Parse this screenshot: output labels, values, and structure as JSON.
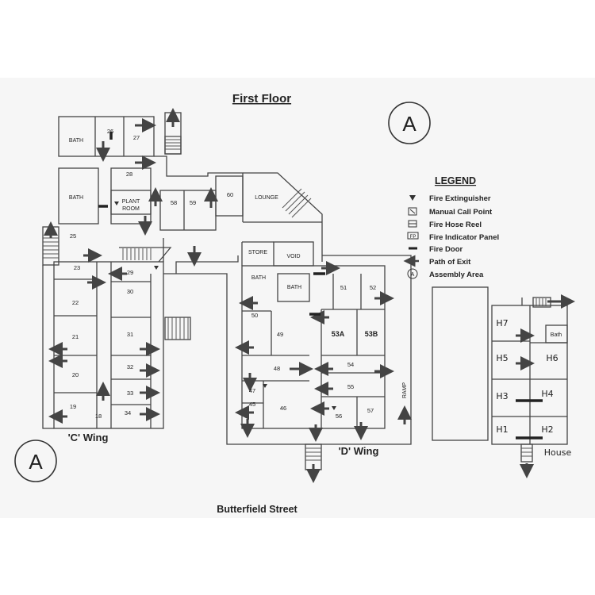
{
  "title": "First Floor",
  "assembly_marker": "A",
  "street": "Butterfield Street",
  "wings": {
    "c": "'C' Wing",
    "d": "'D' Wing"
  },
  "legend": {
    "heading": "LEGEND",
    "items": [
      {
        "label": "Fire Extinguisher",
        "icon": "extinguisher-icon"
      },
      {
        "label": "Manual Call Point",
        "icon": "call-point-icon"
      },
      {
        "label": "Fire Hose Reel",
        "icon": "hose-reel-icon"
      },
      {
        "label": "Fire Indicator Panel",
        "icon": "indicator-panel-icon",
        "symbol": "FP"
      },
      {
        "label": "Fire Door",
        "icon": "fire-door-icon"
      },
      {
        "label": "Path of Exit",
        "icon": "exit-arrow-icon"
      },
      {
        "label": "Assembly Area",
        "icon": "assembly-area-icon",
        "symbol": "A"
      }
    ]
  },
  "rooms": {
    "bath": "BATH",
    "plant_room": [
      "PLANT",
      "ROOM"
    ],
    "lounge": "LOUNGE",
    "store": "STORE",
    "void": "VOID",
    "ramp": "RAMP",
    "numbers": [
      "26",
      "27",
      "28",
      "58",
      "59",
      "60",
      "25",
      "23",
      "29",
      "22",
      "30",
      "21",
      "31",
      "32",
      "20",
      "33",
      "19",
      "18",
      "34",
      "51",
      "52",
      "50",
      "49",
      "53A",
      "53B",
      "48",
      "54",
      "47",
      "55",
      "45",
      "46",
      "56",
      "57"
    ]
  },
  "house": {
    "label": "House",
    "units": [
      "H7",
      "H5",
      "H6",
      "H3",
      "H4",
      "H1",
      "H2"
    ],
    "bath": "Bath"
  }
}
